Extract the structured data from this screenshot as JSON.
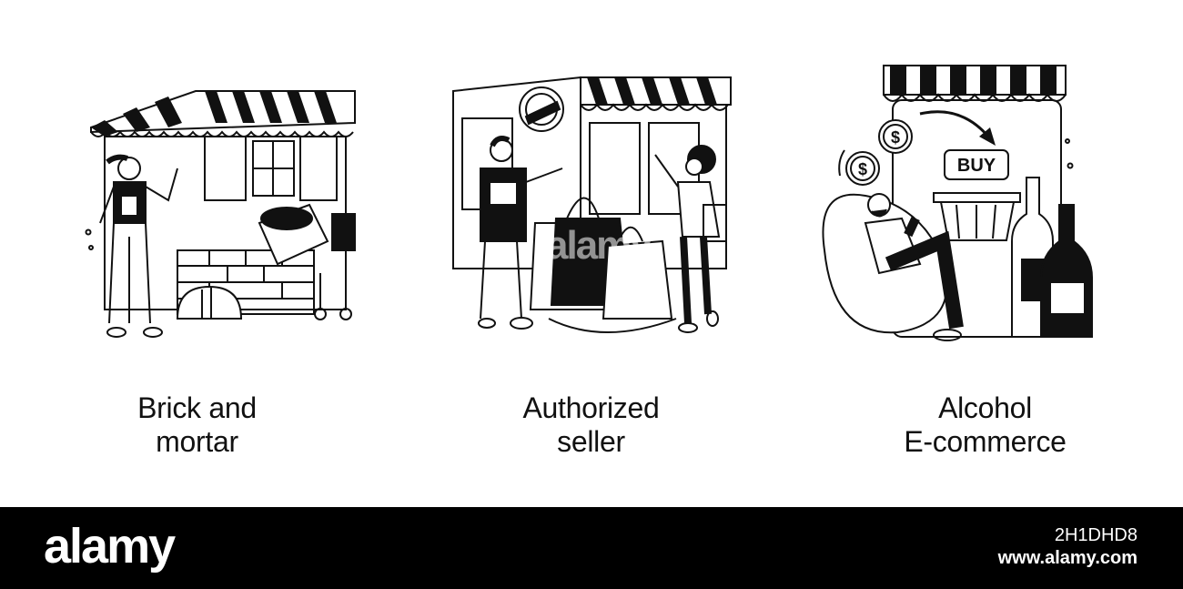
{
  "panels": [
    {
      "id": "brick",
      "caption_line1": "Brick and",
      "caption_line2": "mortar"
    },
    {
      "id": "authorized",
      "caption_line1": "Authorized",
      "caption_line2": "seller"
    },
    {
      "id": "alcohol",
      "caption_line1": "Alcohol",
      "caption_line2": "E-commerce",
      "buy_label": "BUY",
      "coin_symbol": "$"
    }
  ],
  "footer": {
    "logo": "alamy",
    "image_id": "2H1DHD8",
    "site": "www.alamy.com"
  },
  "watermark": "alamy",
  "colors": {
    "ink": "#111111",
    "background": "#ffffff",
    "footer": "#000000"
  }
}
